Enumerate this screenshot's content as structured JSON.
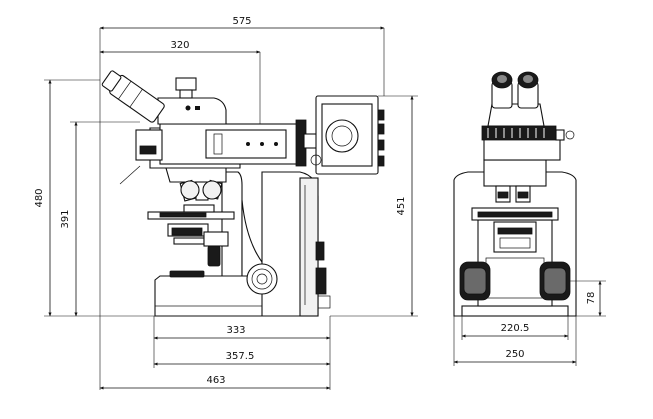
{
  "dimensions": {
    "side_view": {
      "overall_width_top": "575",
      "width_to_eyepiece": "320",
      "height_total": "480",
      "height_to_head": "391",
      "height_lamp": "451",
      "base_width": "333",
      "base_width_with_knob": "357.5",
      "overall_bottom": "463"
    },
    "front_view": {
      "base_width_inner": "220.5",
      "base_width_outer": "250",
      "knob_height": "78"
    }
  },
  "colors": {
    "line": "#111111",
    "dark_fill": "#1a1a1a",
    "background": "#ffffff"
  }
}
